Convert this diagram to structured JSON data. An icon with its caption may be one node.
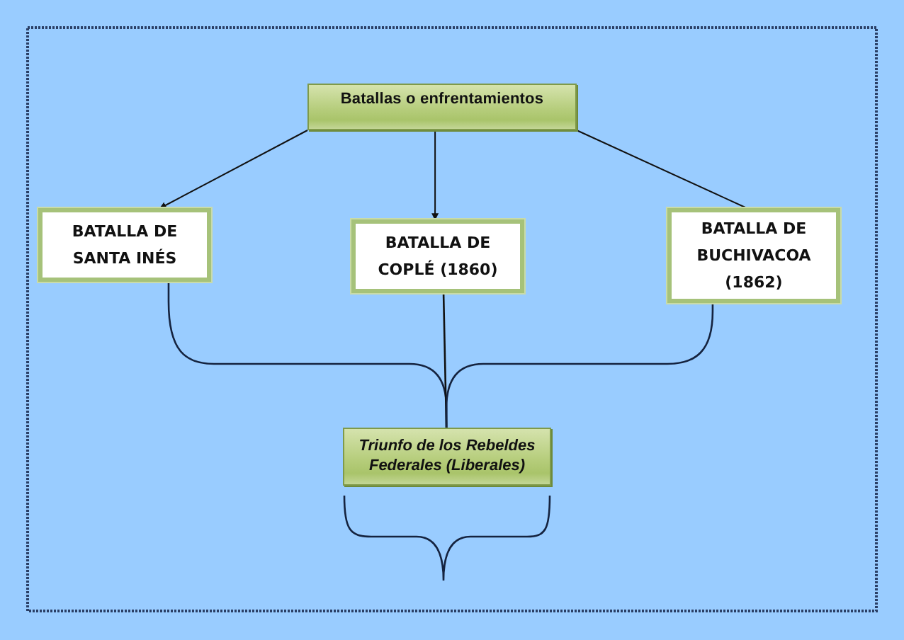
{
  "diagram": {
    "nodes": [
      {
        "text": [
          "Batallas o enfrentamientos"
        ]
      },
      {
        "text": [
          "BATALLA DE SANTA INÉS"
        ]
      },
      {
        "text": [
          "BATALLA DE COPLÉ (1860)"
        ]
      },
      {
        "text": [
          "BATALLA DE BUCHIVACOA (1862)"
        ]
      },
      {
        "text": [
          "Triunfo de los Rebeldes Federales (Liberales)"
        ]
      }
    ],
    "edges": [
      {
        "from": 0,
        "to": 1,
        "arrow": "to"
      },
      {
        "from": 0,
        "to": 2,
        "arrow": "to"
      },
      {
        "from": 0,
        "to": 3,
        "arrow": "none"
      },
      {
        "from": 1,
        "to": 4,
        "arrow": "none"
      },
      {
        "from": 2,
        "to": 4,
        "arrow": "none"
      },
      {
        "from": 3,
        "to": 4,
        "arrow": "none"
      }
    ]
  }
}
